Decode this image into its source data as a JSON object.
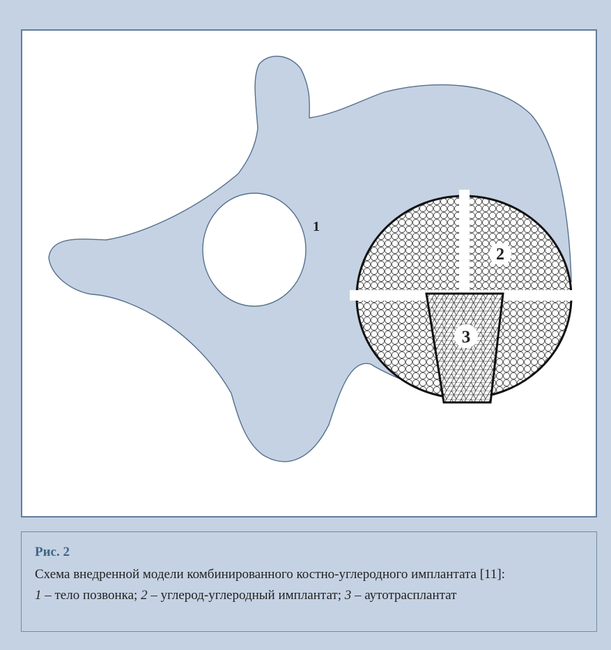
{
  "labels": {
    "body": "1",
    "implant": "2",
    "autograft": "3"
  },
  "caption": {
    "title": "Рис. 2",
    "line1": "Схема внедренной модели комбинированного костно-углеродного имплантата [11]:",
    "item1_num": "1",
    "item1_text": " – тело позвонка; ",
    "item2_num": "2",
    "item2_text": " – углерод-углеродный имплантат; ",
    "item3_num": "3",
    "item3_text": " – аутотрасплантат"
  },
  "colors": {
    "background": "#c5d2e3",
    "vertebra_fill": "#c5d2e3",
    "frame_border": "#5f7e9c",
    "title_color": "#3f6687"
  }
}
